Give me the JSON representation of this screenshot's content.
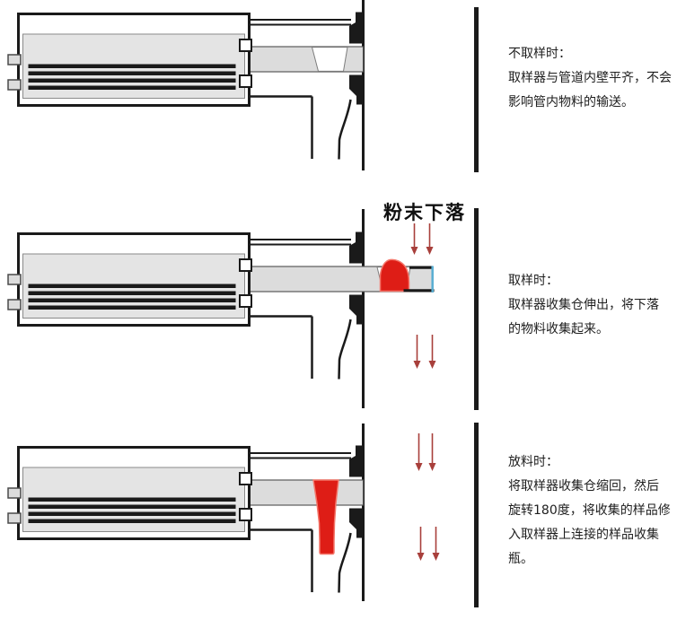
{
  "page": {
    "background": "#ffffff"
  },
  "colors": {
    "ink": "#1a1a1a",
    "device_gray": "#e4e4e4",
    "shaft_gray": "#dcdcdc",
    "powder_red": "#de1d16",
    "powder_red_light": "#f4766a",
    "arrow_red": "#a83f3b",
    "tip_blue": "#58aed2"
  },
  "panels": [
    {
      "id": "not-sampling",
      "state": "flush-with-pipe-wall",
      "caption": {
        "title": "不取样时：",
        "lines": [
          "取样器与管道内壁平齐，不会",
          "影响管内物料的输送。"
        ]
      }
    },
    {
      "id": "sampling",
      "state": "chamber-extended-collecting",
      "powder_label": "粉末下落",
      "caption": {
        "title": "取样时：",
        "lines": [
          "取样器收集仓伸出，将下落",
          "的物料收集起来。"
        ]
      }
    },
    {
      "id": "discharging",
      "state": "chamber-retracted-rotated-180",
      "caption": {
        "title": "放料时：",
        "lines": [
          "将取样器收集仓缩回，然后",
          "旋转180度，将收集的样品修",
          "入取样器上连接的样品收集",
          "瓶。"
        ]
      }
    }
  ]
}
